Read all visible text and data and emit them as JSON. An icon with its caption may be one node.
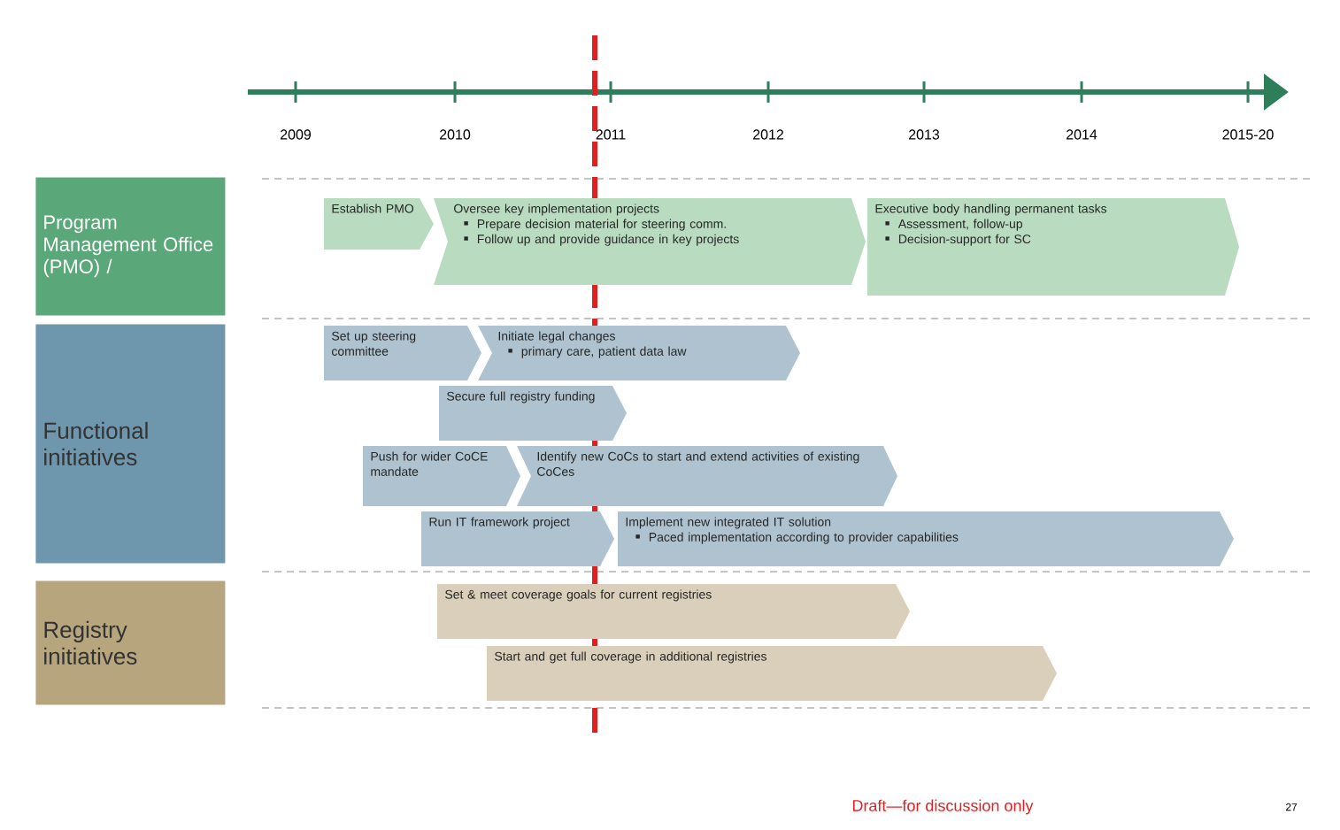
{
  "diagram": {
    "nodes": [
      {
        "text": [
          "Program Management Office (PMO) /"
        ]
      },
      {
        "text": [
          "Functional initiatives"
        ]
      },
      {
        "text": [
          "Registry initiatives"
        ]
      },
      {
        "text": [
          "Establish PMO"
        ]
      },
      {
        "text": [
          "Oversee key implementation projects",
          "Prepare decision material for steering comm.",
          "Follow up and provide guidance in key projects"
        ]
      },
      {
        "text": [
          "Executive body handling permanent tasks",
          "Assessment, follow-up",
          "Decision-support for SC"
        ]
      },
      {
        "text": [
          "Set up steering committee"
        ]
      },
      {
        "text": [
          "Initiate legal changes",
          "primary care, patient data law"
        ]
      },
      {
        "text": [
          "Secure full registry funding"
        ]
      },
      {
        "text": [
          "Push for wider CoCE mandate"
        ]
      },
      {
        "text": [
          "Identify new CoCs to start and extend activities of existing CoCes"
        ]
      },
      {
        "text": [
          "Run IT framework project"
        ]
      },
      {
        "text": [
          "Implement new integrated IT solution",
          "Paced implementation according to provider capabilities"
        ]
      },
      {
        "text": [
          "Set & meet coverage goals for current registries"
        ]
      },
      {
        "text": [
          "Start and get full coverage in additional registries"
        ]
      }
    ],
    "labels": [
      "2009",
      "2010",
      "2011",
      "2012",
      "2013",
      "2014",
      "2015-20",
      "Draft—for discussion only",
      "27"
    ]
  }
}
